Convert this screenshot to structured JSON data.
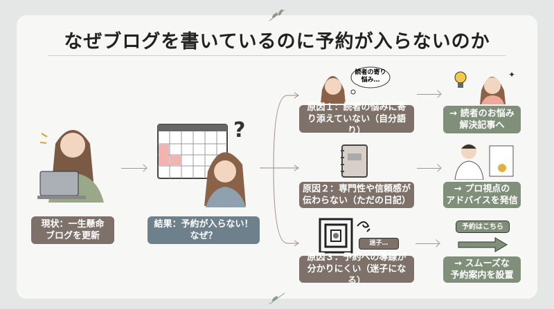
{
  "title": "なぜブログを書いているのに予約が入らないのか",
  "current": {
    "line1": "現状：一生懸命",
    "line2": "ブログを更新"
  },
  "result": {
    "line1": "結果：予約が入らない！",
    "line2": "なぜ？"
  },
  "causes": [
    {
      "line1": "原因１：読者の悩みに寄",
      "line2": "り添えていない（自分語り）",
      "bubble": "読者の寄り悩み…"
    },
    {
      "line1": "原因２：専門性や信頼感が",
      "line2": "伝わらない（ただの日記）"
    },
    {
      "line1": "原因３：予約への導線が",
      "line2": "分かりにくい（迷子になる）",
      "tag": "迷子…"
    }
  ],
  "solutions": [
    {
      "line1": "→ 読者のお悩み",
      "line2": "解決記事へ"
    },
    {
      "line1": "→ プロ視点の",
      "line2": "アドバイスを発信"
    },
    {
      "line1": "→ スムーズな",
      "line2": "予約案内を設置",
      "button": "予約はこちら"
    }
  ],
  "colors": {
    "cause": "#7e716a",
    "result": "#6e808c",
    "solution": "#7f8f79"
  }
}
